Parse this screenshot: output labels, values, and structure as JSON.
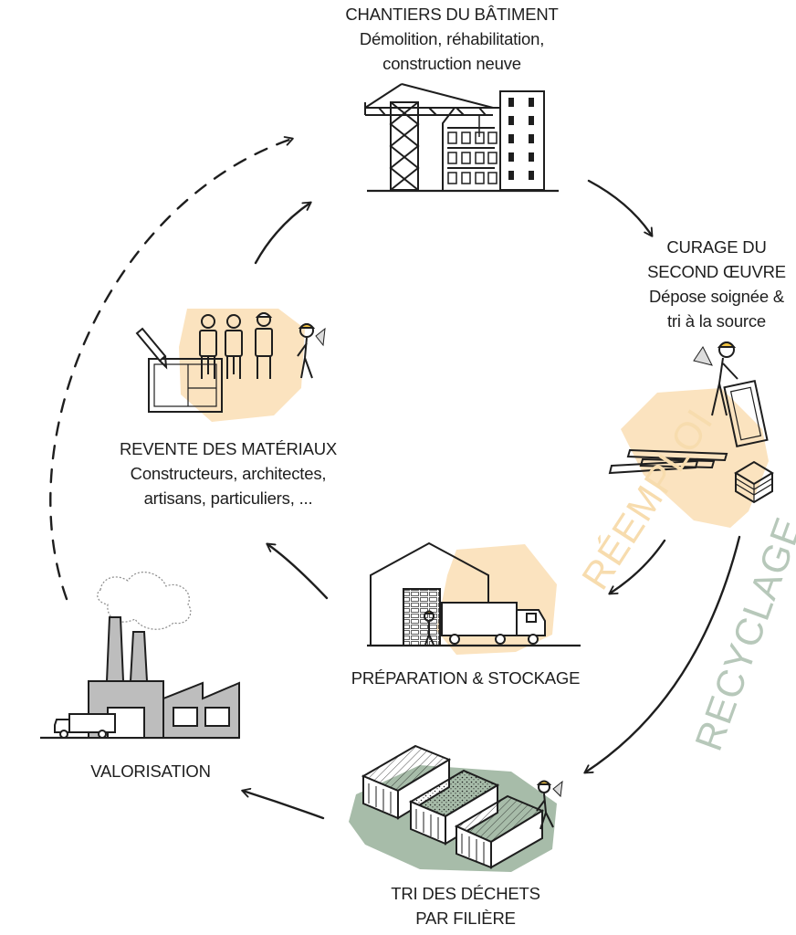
{
  "colors": {
    "peach": "#fbe3bf",
    "sage": "#a7bca9",
    "ink": "#1e1e1e",
    "grey": "#bdbdbd",
    "reemploi_text": "#f7dcae",
    "recyclage_text": "#b7c8ba"
  },
  "icons": {
    "chantiers": "crane-building-icon",
    "curage": "worker-window-icon",
    "preparation": "warehouse-truck-icon",
    "revente": "people-plan-icon",
    "valorisation": "factory-icon",
    "tri": "waste-containers-icon"
  },
  "nodes": {
    "chantiers": {
      "title": "CHANTIERS DU BÂTIMENT",
      "line1": "Démolition, réhabilitation,",
      "line2": "construction neuve"
    },
    "curage": {
      "title1": "CURAGE DU",
      "title2": "SECOND ŒUVRE",
      "line1": "Dépose soignée &",
      "line2": "tri à la source"
    },
    "revente": {
      "title": "REVENTE DES MATÉRIAUX",
      "line1": "Constructeurs, architectes,",
      "line2": "artisans, particuliers, ..."
    },
    "preparation": {
      "title": "PRÉPARATION & STOCKAGE"
    },
    "valorisation": {
      "title": "VALORISATION"
    },
    "tri": {
      "title1": "TRI DES DÉCHETS",
      "title2": "PAR FILIÈRE"
    }
  },
  "paths": {
    "reemploi": "RÉEMPLOI",
    "recyclage": "RECYCLAGE"
  }
}
